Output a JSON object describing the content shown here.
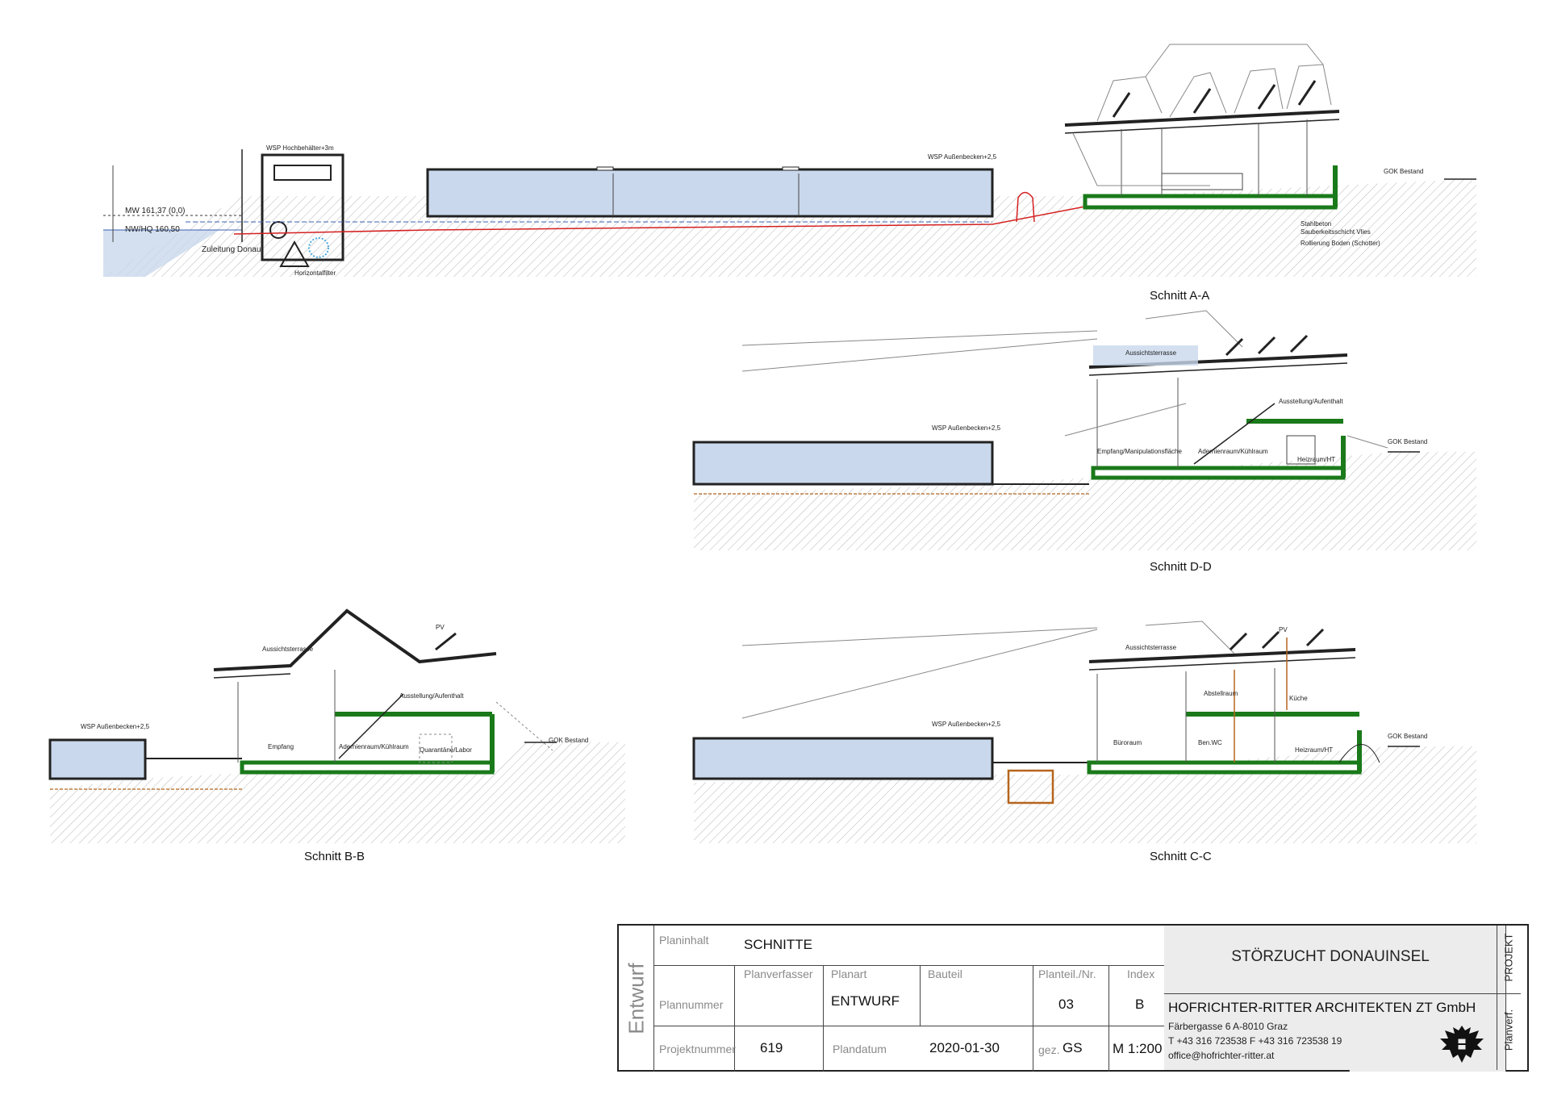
{
  "sections": [
    {
      "caption": "Schnitt A-A"
    },
    {
      "caption": "Schnitt D-D"
    },
    {
      "caption": "Schnitt B-B"
    },
    {
      "caption": "Schnitt C-C"
    }
  ],
  "annotations": {
    "wsp_hochbehaelter": "WSP Hochbehälter+3m",
    "mw": "MW 161,37 (0,0)",
    "nwhq": "NW/HQ 160,50",
    "zuleitung": "Zuleitung Donau",
    "horizontalfilter": "Horizontalfilter",
    "wsp_aussenbecken": "WSP Außenbecken+2,5",
    "gok_bestand": "GOK Bestand",
    "pv": "PV",
    "ausstellung": "Ausstellung/Aufenthalt",
    "empfang_manip": "Empfang/Manipulationsfläche",
    "adsorberraum": "Adernienraum/Kühlraum",
    "heizraum": "Heizraum/HT",
    "aussichtsterrasse": "Aussichtsterrasse",
    "empfang": "Empfang",
    "quarantaene": "Quarantäne/Labor",
    "buero": "Büroraum",
    "ben_wc": "Ben.WC",
    "kueche": "Küche",
    "abstellraum": "Abstellraum",
    "layer_1": "Stahlbeton",
    "layer_2": "Sauberkeitsschicht Vlies",
    "layer_3": "Rollierung Boden (Schotter)"
  },
  "title_block": {
    "vertical_label": "Entwurf",
    "planinhalt_label": "Planinhalt",
    "planinhalt_value": "SCHNITTE",
    "plannummer_label": "Plannummer",
    "planverfasser_label": "Planverfasser",
    "planart_label": "Planart",
    "planart_value": "ENTWURF",
    "bauteil_label": "Bauteil",
    "planteil_label": "Planteil./Nr.",
    "planteil_value": "03",
    "index_label": "Index",
    "index_value": "B",
    "projektnummer_label": "Projektnummer",
    "projektnummer_value": "619",
    "plandatum_label": "Plandatum",
    "plandatum_value": "2020-01-30",
    "gez_label": "gez.",
    "gez_value": "GS",
    "scale_value": "M 1:200",
    "project_name": "STÖRZUCHT DONAUINSEL",
    "projekt_side_label": "PROJEKT",
    "planverf_side_label": "Planverf.",
    "firm_name": "HOFRICHTER-RITTER ARCHITEKTEN ZT GmbH",
    "address": "Färbergasse 6   A-8010 Graz",
    "phone": "T +43 316 723538     F +43 316 723538 19",
    "email": "office@hofrichter-ritter.at",
    "logo_icon": "austrian-eagle-icon"
  }
}
